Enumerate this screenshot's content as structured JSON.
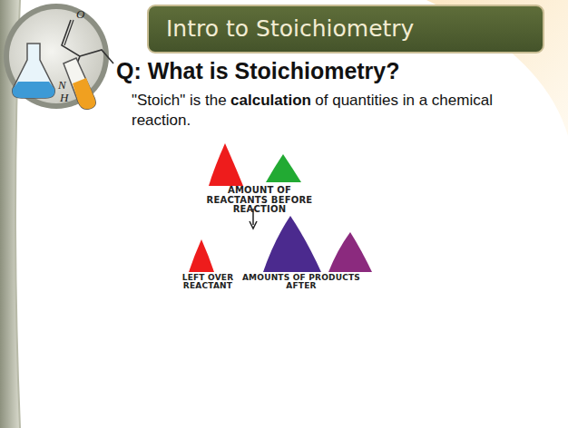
{
  "diagram": {
    "title": "Intro to Stoichiometry",
    "labels": [
      "O",
      "N",
      "H",
      "Q: What is Stoichiometry?",
      "\"Stoich\" is the",
      "calculation",
      "of quantities in a chemical reaction.",
      "AMOUNT OF REACTANTS BEFORE REACTION",
      "LEFT OVER REACTANT",
      "AMOUNTS OF PRODUCTS AFTER"
    ]
  }
}
